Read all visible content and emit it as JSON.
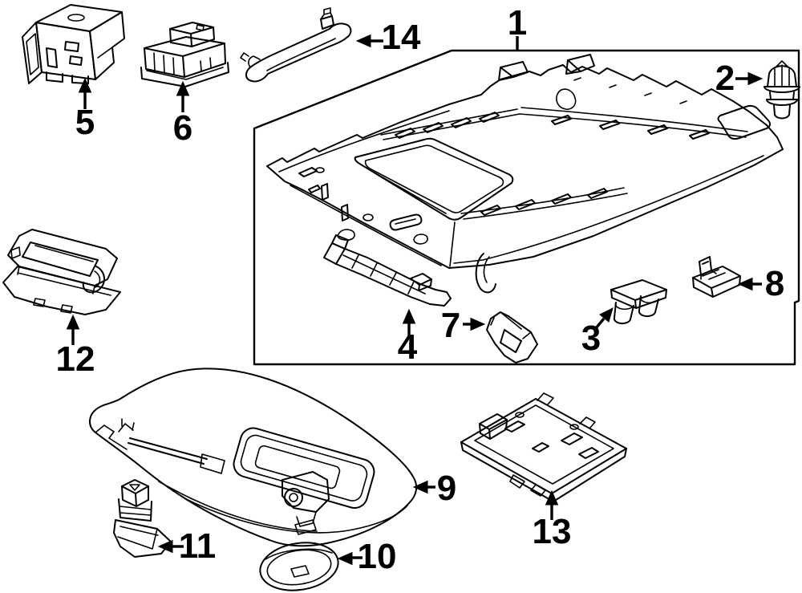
{
  "diagram": {
    "background": "#ffffff",
    "line_color": "#000000",
    "description_type": "exploded-parts-line-drawing",
    "callouts": [
      {
        "label": "1",
        "part": "roof-headliner-panel",
        "pointer": "leader-line-down"
      },
      {
        "label": "2",
        "part": "retainer-clip",
        "pointer": "arrow-right"
      },
      {
        "label": "3",
        "part": "support-bracket",
        "pointer": "arrow-up-right"
      },
      {
        "label": "4",
        "part": "side-rail-bracket",
        "pointer": "arrow-up"
      },
      {
        "label": "5",
        "part": "switch-box",
        "pointer": "arrow-up"
      },
      {
        "label": "6",
        "part": "switch-unit",
        "pointer": "arrow-up"
      },
      {
        "label": "7",
        "part": "spring-clip",
        "pointer": "arrow-right"
      },
      {
        "label": "8",
        "part": "mounting-bracket",
        "pointer": "arrow-left"
      },
      {
        "label": "9",
        "part": "sun-visor",
        "pointer": "arrow-left"
      },
      {
        "label": "10",
        "part": "oval-cap-lens",
        "pointer": "arrow-left"
      },
      {
        "label": "11",
        "part": "visor-holder-clip",
        "pointer": "arrow-left"
      },
      {
        "label": "12",
        "part": "lamp-assembly",
        "pointer": "arrow-up"
      },
      {
        "label": "13",
        "part": "overhead-console-lamp",
        "pointer": "arrow-up"
      },
      {
        "label": "14",
        "part": "assist-grip-handle",
        "pointer": "arrow-left"
      }
    ]
  }
}
